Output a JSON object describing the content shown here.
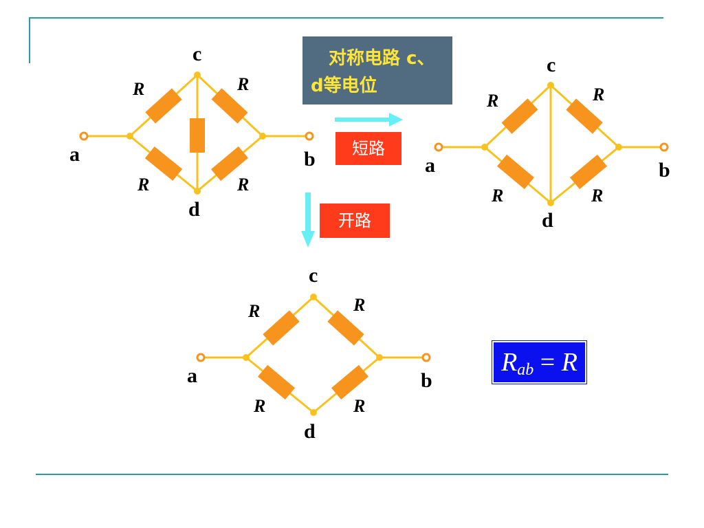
{
  "labels": {
    "node_a": "a",
    "node_b": "b",
    "node_c": "c",
    "node_d": "d",
    "resistor": "R"
  },
  "note": {
    "line1": "对称电路 c、",
    "line2": "d等电位"
  },
  "short_label": "短路",
  "open_label": "开路",
  "formula": {
    "lhs_main": "R",
    "lhs_sub": "ab",
    "equals": "=",
    "rhs": "R"
  },
  "colors": {
    "accent_line": "#2a9ca0",
    "wire": "#f7c21e",
    "resistor": "#f7941d",
    "arrow": "#66f0f6",
    "note_bg": "#516b80",
    "note_text": "#ffe43a",
    "tag_bg": "#ff3b1c",
    "formula_bg": "#0a10ee"
  }
}
